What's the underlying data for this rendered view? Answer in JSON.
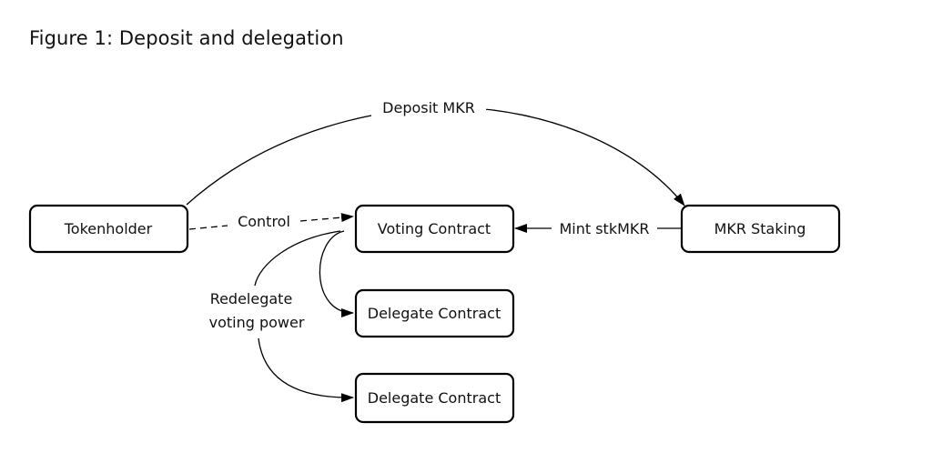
{
  "title": "Figure 1: Deposit and delegation",
  "nodes": {
    "tokenholder": "Tokenholder",
    "voting_contract": "Voting Contract",
    "mkr_staking": "MKR Staking",
    "delegate_contract_1": "Delegate Contract",
    "delegate_contract_2": "Delegate Contract"
  },
  "edges": {
    "deposit": "Deposit MKR",
    "control": "Control",
    "mint": "Mint stkMKR",
    "redelegate_line1": "Redelegate",
    "redelegate_line2": "voting power"
  }
}
